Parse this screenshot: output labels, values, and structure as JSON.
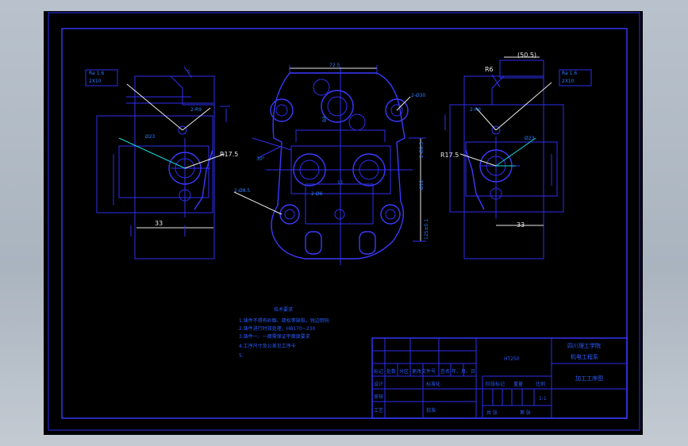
{
  "drawing": {
    "left_view": {
      "roughness": "Ra 1.6",
      "roughness_sub": "2X10",
      "chamfer": "2-R9",
      "diameter": "Ø23",
      "radius": "R17.5",
      "width_dim": "33",
      "flag_symbol": "▽"
    },
    "right_view": {
      "dim_top": "(50.5)",
      "corner_radius": "R6",
      "roughness": "Ra 1.6",
      "roughness_sub": "2X10",
      "chamfer": "2-R9",
      "diameter": "Ø23",
      "radius": "R17.5",
      "width_dim": "33"
    },
    "center_view": {
      "width_dim": "72.5",
      "holes": "2-Ø30",
      "angle": "30°",
      "hole_spec": "2-Ø8.5",
      "dim_a": "2-Ø6",
      "dim_b": "11",
      "vert_a": "2-Ø8.5",
      "vert_b": "Ø12",
      "vert_c": "125±0.1",
      "label_center": "B8"
    },
    "notes": {
      "title": "技术要求",
      "lines": [
        "1.铸件不得有砂眼、疏松等缺陷，锐边倒钝",
        "2.铸件进行时效处理，HB170~230",
        "3.铸件一、一面需保证平面度要求",
        "4.工序尺寸及公差见工序卡",
        "5."
      ]
    },
    "title_block": {
      "model": "HT250",
      "school": "四川理工学院",
      "dept": "机电工程系",
      "drawing_name": "加工工序图",
      "row_labels": [
        "标记",
        "处数",
        "分区",
        "更改文件号",
        "签名",
        "年、月、日"
      ],
      "designer": "设计",
      "standard": "标准化",
      "checker": "审核",
      "process": "工艺",
      "approve": "批准",
      "stage": "阶段标记",
      "weight": "重量",
      "scale": "比例",
      "scale_val": "1:1",
      "sheet": "共 张",
      "sheet_of": "第 张"
    }
  }
}
